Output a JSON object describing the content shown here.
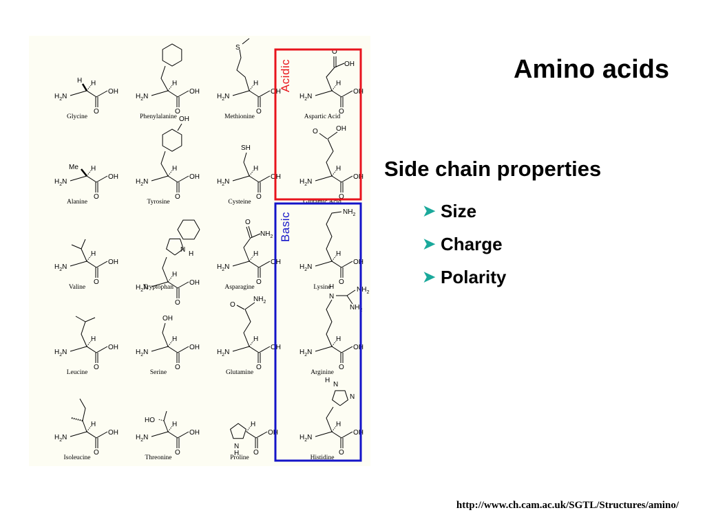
{
  "slide": {
    "title": "Amino acids",
    "heading": "Side chain properties",
    "bullets": [
      "Size",
      "Charge",
      "Polarity"
    ],
    "source_url": "http://www.ch.cam.ac.uk/SGTL/Structures/amino/",
    "bullet_color": "#1aa99b"
  },
  "diagram": {
    "groups": {
      "acidic": {
        "label": "Acidic",
        "color": "#e8141c"
      },
      "basic": {
        "label": "Basic",
        "color": "#1414c8"
      }
    },
    "atoms": {
      "amine": "H",
      "amine_sub": "2",
      "amine_n": "N",
      "hydroxyl": "OH",
      "oxygen": "O",
      "hydrogen": "H",
      "sulfur": "S",
      "thiol": "SH",
      "methyl": "Me",
      "nitrogen": "N",
      "hydroxy_left": "HO",
      "amide": "NH",
      "amide_sub": "2"
    },
    "amino_acids": [
      "Glycine",
      "Phenylalanine",
      "Methionine",
      "Aspartic Acid",
      "Alanine",
      "Tyrosine",
      "Cysteine",
      "Glutamic Acid",
      "Valine",
      "Tryptophan",
      "Asparagine",
      "Lysine",
      "Leucine",
      "Serine",
      "Glutamine",
      "Arginine",
      "Isoleucine",
      "Threonine",
      "Proline",
      "Histidine"
    ]
  }
}
